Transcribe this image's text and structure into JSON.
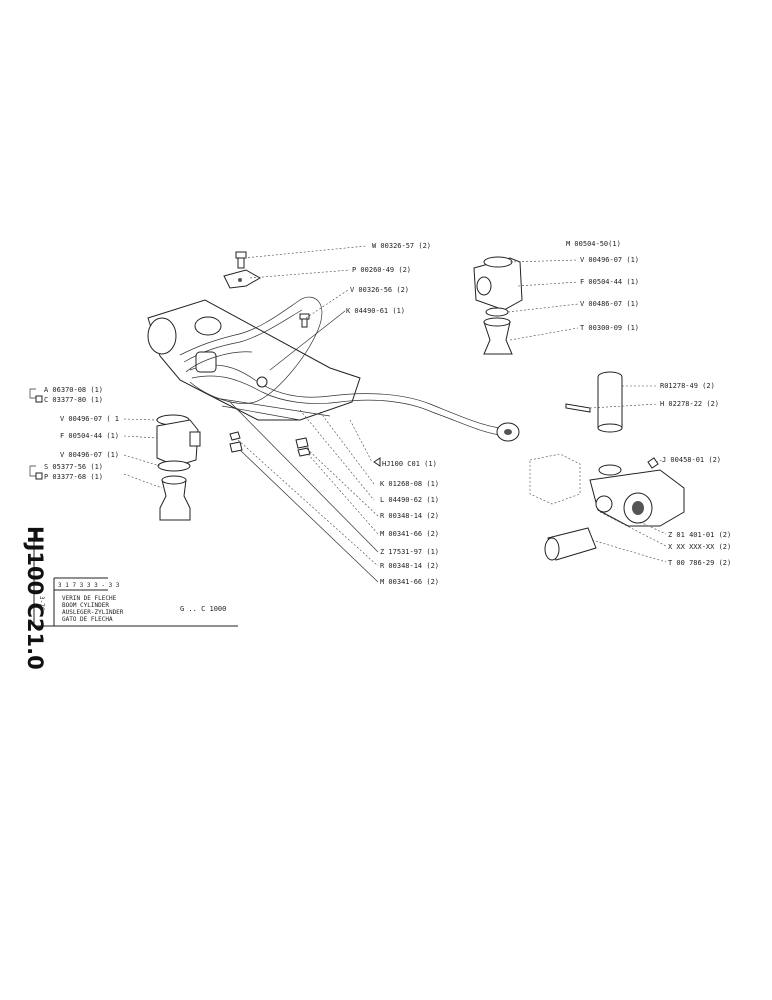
{
  "drawing": {
    "code": "HJ100 C21.0",
    "subcode": "3-76",
    "small_ref": "3 1 7 3 3 3 - 3 3",
    "title_fr": "VERIN DE FLECHE",
    "title_en": "BOOM CYLINDER",
    "title_de": "AUSLEGER-ZYLINDER",
    "title_es": "GATO DE FLECHA",
    "model": "G .. C 1000"
  },
  "labels": {
    "w00326": "W 00326-57 (2)",
    "p00260": "P 00260-49 (2)",
    "v00326": "V 00326-56 (2)",
    "k04490": "K 04490-61 (1)",
    "m00504": "M 00504-50(1)",
    "v00496_top": "V 00496-07 (1)",
    "f00504_top": "F 00504-44 (1)",
    "v00486": "V 00486-07 (1)",
    "t00300": "T 00300-09 (1)",
    "a06370": "A 06370-08 (1)",
    "c03377": "C 03377-80 (1)",
    "v00496_left": "V 00496-07 ( 1",
    "f00504_left": "F 00504-44 (1)",
    "v00496_left2": "V 00496-07 (1)",
    "s05377": "S 05377-56 (1)",
    "p03377": "P 03377-68 (1)",
    "r01278": "R01278-49 (2)",
    "h02278": "H 02278-22 (2)",
    "j00458": "J 00458-01 (2)",
    "hj100": "HJ100  C01 (1)",
    "k01268": "K 01268-08 (1)",
    "l04490": "L 04490-62 (1)",
    "r00348_a": "R 00348-14 (2)",
    "m00341_a": "M 00341-66 (2)",
    "z17531": "Z 17531-97 (1)",
    "r00348_b": "R 00348-14 (2)",
    "m00341_b": "M 00341-66 (2)",
    "z01401": "Z 01 401-01 (2)",
    "x_unknown": "X XX XXX-XX (2)",
    "t00786": "T 00 786-29 (2)"
  },
  "colors": {
    "ink": "#222222",
    "paper": "#ffffff"
  }
}
